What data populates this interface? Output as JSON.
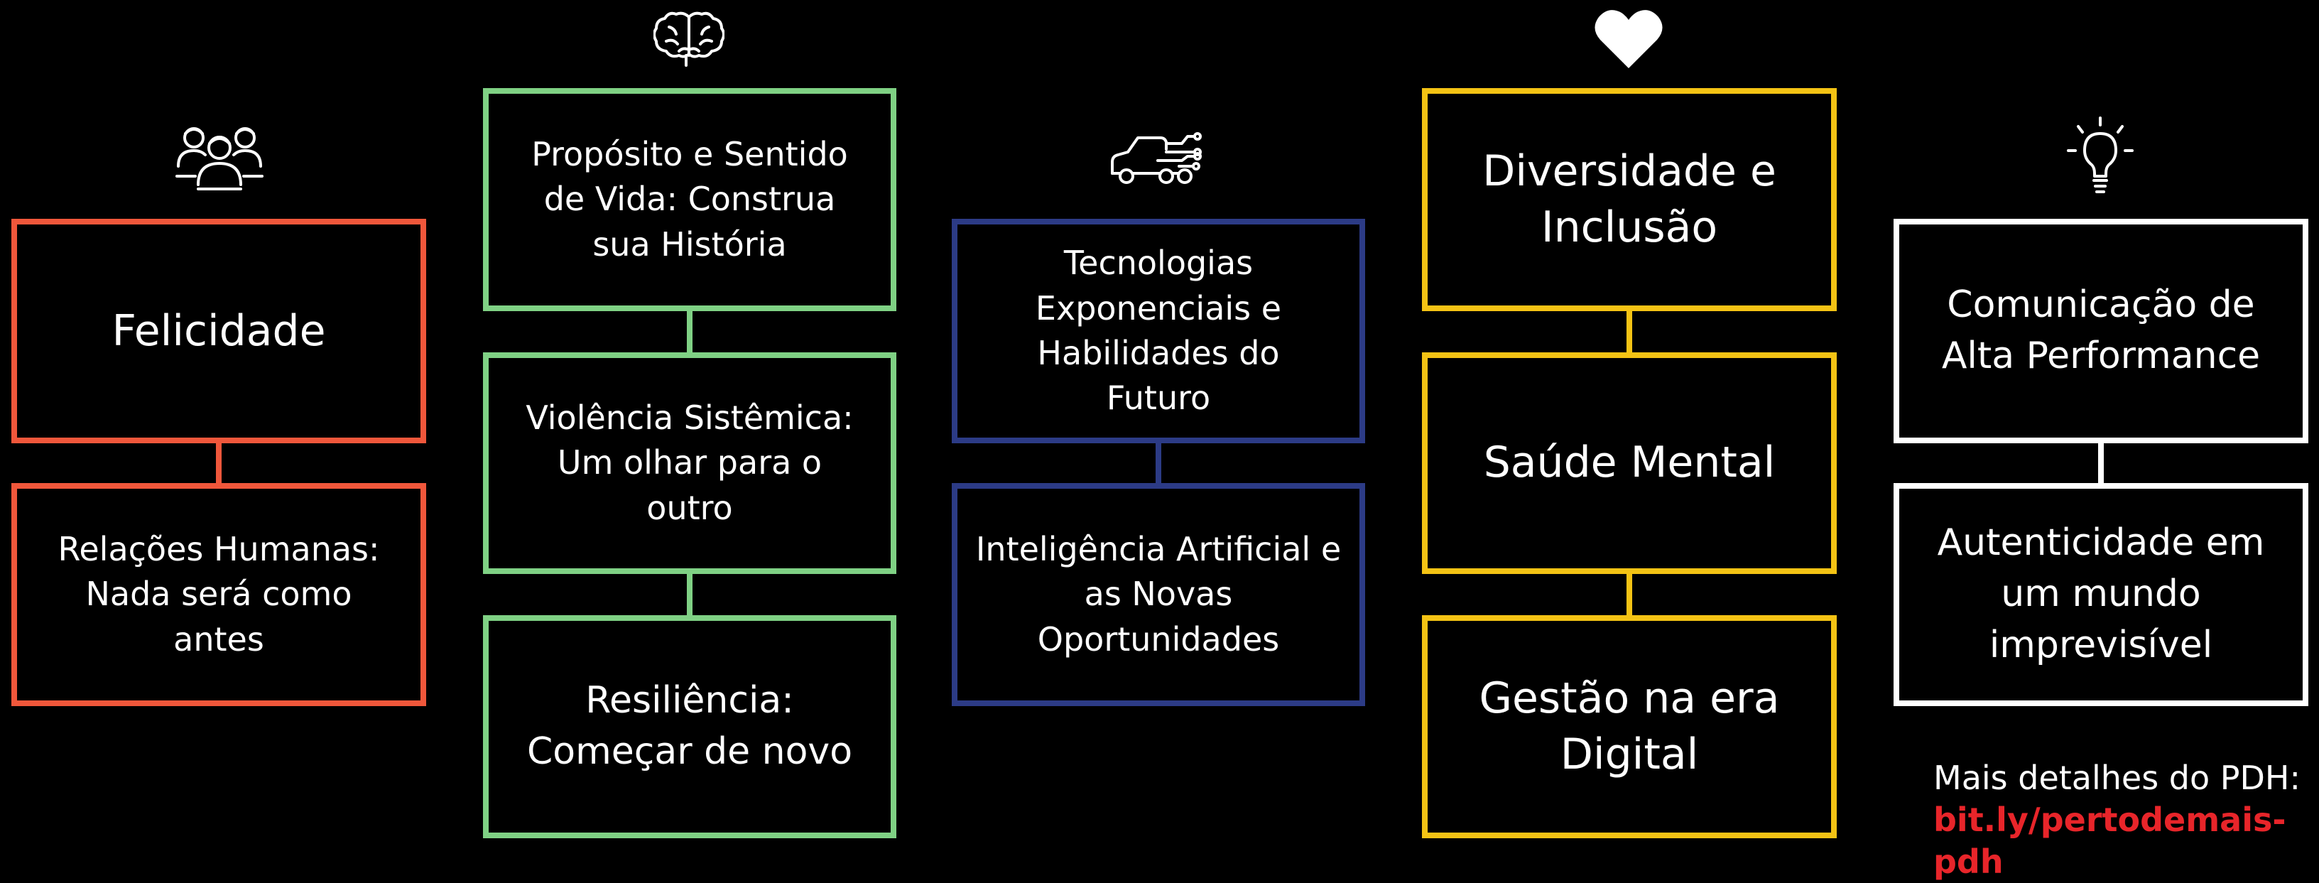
{
  "colors": {
    "background": "#000000",
    "col1": "#f0573b",
    "col2": "#7fd184",
    "col3": "#2c3b86",
    "col4": "#f4c314",
    "col5": "#ffffff",
    "link": "#e8252a"
  },
  "columns": [
    {
      "icon": "people-group-icon",
      "boxes": [
        {
          "text": "Felicidade"
        },
        {
          "text": "Relações Humanas:\nNada será como\nantes"
        }
      ]
    },
    {
      "icon": "brain-icon",
      "boxes": [
        {
          "text": "Propósito e Sentido\nde Vida: Construa\nsua História"
        },
        {
          "text": "Violência Sistêmica:\nUm olhar para o\noutro"
        },
        {
          "text": "Resiliência:\nComeçar de novo"
        }
      ]
    },
    {
      "icon": "tech-car-icon",
      "boxes": [
        {
          "text": "Tecnologias\nExponenciais e\nHabilidades do\nFuturo"
        },
        {
          "text": "Inteligência Artificial e\nas Novas\nOportunidades"
        }
      ]
    },
    {
      "icon": "heart-icon",
      "boxes": [
        {
          "text": "Diversidade e\nInclusão"
        },
        {
          "text": "Saúde Mental"
        },
        {
          "text": "Gestão na era\nDigital"
        }
      ]
    },
    {
      "icon": "lightbulb-icon",
      "boxes": [
        {
          "text": "Comunicação de\nAlta Performance"
        },
        {
          "text": "Autenticidade em\num mundo\nimprevisível"
        }
      ]
    }
  ],
  "footer": {
    "label": "Mais detalhes do PDH:",
    "link": "bit.ly/pertodemais-pdh"
  }
}
